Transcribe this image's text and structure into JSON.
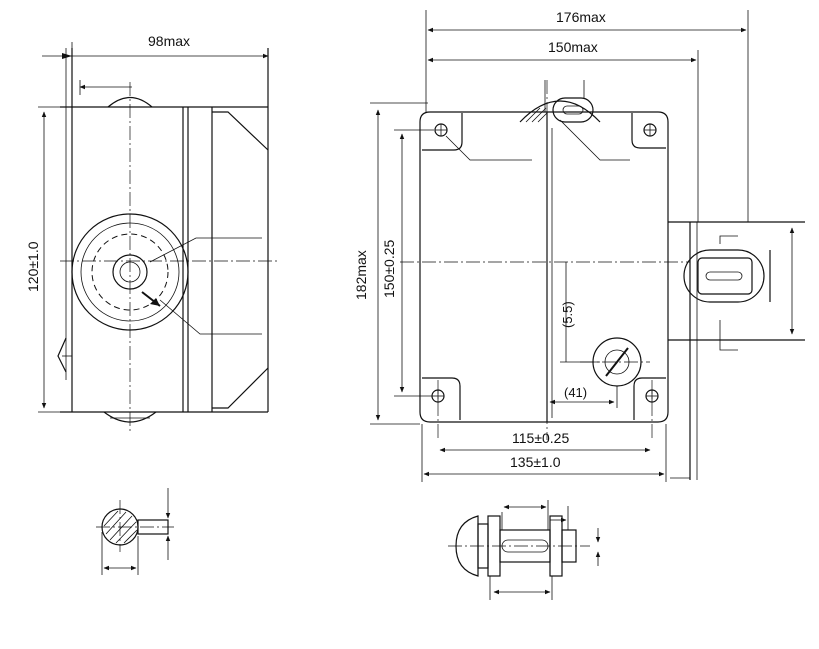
{
  "dimensions": {
    "side_width": "98max",
    "side_height": "120±1.0",
    "overall_width": "176max",
    "body_width": "150max",
    "overall_height": "182max",
    "mount_height": "150±0.25",
    "offset_vertical": "(5.5)",
    "offset_horizontal": "(41)",
    "mount_width": "115±0.25",
    "base_width": "135±1.0"
  }
}
